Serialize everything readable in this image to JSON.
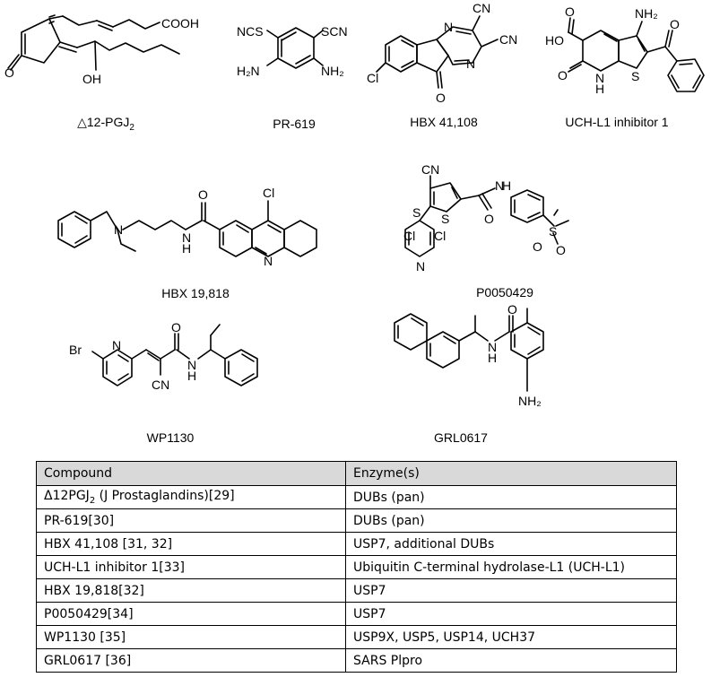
{
  "structures": {
    "pgj2": {
      "caption_prefix": "△12-PGJ",
      "caption_sub": "2",
      "labels": {
        "cooh": "COOH",
        "oxo": "O",
        "oh": "OH"
      }
    },
    "pr619": {
      "caption": "PR-619",
      "labels": {
        "scn_left": "NCS",
        "scn_right": "SCN",
        "nh2_left": "H₂N",
        "nh2_right": "NH₂"
      }
    },
    "hbx41108": {
      "caption": "HBX 41,108",
      "labels": {
        "cn1": "CN",
        "cn2": "CN",
        "n_top": "N",
        "n_bottom": "N",
        "cl": "Cl",
        "o": "O"
      }
    },
    "uchl1": {
      "caption": "UCH-L1 inhibitor 1",
      "labels": {
        "nh2": "NH₂",
        "o_ketone": "O",
        "ho": "HO",
        "o_acid": "O",
        "o_lactam": "O",
        "nh": "N",
        "h": "H",
        "s": "S"
      }
    },
    "hbx19818": {
      "caption": "HBX 19,818",
      "labels": {
        "cl": "Cl",
        "o": "O",
        "n_amine": "N",
        "nh": "N",
        "h": "H",
        "n_ring": "N"
      }
    },
    "p0050429": {
      "caption": "P0050429",
      "labels": {
        "cn": "CN",
        "s_link": "S",
        "s_ring": "S",
        "cl_left": "Cl",
        "cl_right": "Cl",
        "n_py": "N",
        "o_amide": "O",
        "nh": "N",
        "h": "H",
        "s_sulfonyl": "S",
        "o1": "O",
        "o2": "O"
      }
    },
    "wp1130": {
      "caption": "WP1130",
      "labels": {
        "br": "Br",
        "n_py": "N",
        "o": "O",
        "cn": "CN",
        "n": "N",
        "h": "H"
      }
    },
    "grl0617": {
      "caption": "GRL0617",
      "labels": {
        "n": "N",
        "h": "H",
        "o": "O",
        "nh2": "NH₂"
      }
    }
  },
  "table": {
    "headers": [
      "Compound",
      "Enzyme(s)"
    ],
    "rows": [
      {
        "compound_prefix": "Δ12PGJ",
        "compound_sub": "2",
        "compound_suffix": " (J Prostaglandins)[29]",
        "enzyme": "DUBs (pan)"
      },
      {
        "compound": "PR-619[30]",
        "enzyme": "DUBs (pan)"
      },
      {
        "compound": "HBX 41,108 [31, 32]",
        "enzyme": "USP7, additional DUBs"
      },
      {
        "compound": "UCH-L1 inhibitor 1[33]",
        "enzyme": "Ubiquitin C-terminal hydrolase-L1 (UCH-L1)"
      },
      {
        "compound": "HBX 19,818[32]",
        "enzyme": "USP7"
      },
      {
        "compound": "P0050429[34]",
        "enzyme": "USP7"
      },
      {
        "compound": "WP1130 [35]",
        "enzyme": "USP9X, USP5, USP14, UCH37"
      },
      {
        "compound": "GRL0617 [36]",
        "enzyme": "SARS Plpro"
      }
    ]
  }
}
